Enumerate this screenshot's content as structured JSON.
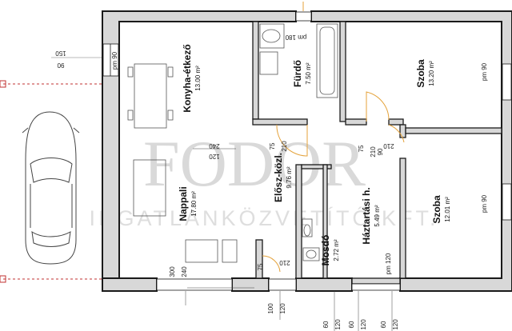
{
  "watermark": {
    "brand": "FODOR",
    "tagline": "INGATLANKÖZVETÍTŐ KFT."
  },
  "rooms": {
    "kitchen": {
      "name": "Konyha-étkező",
      "area": "13.00 m²"
    },
    "bathroom": {
      "name": "Fürdő",
      "area": "7.50 m²"
    },
    "bedroom1": {
      "name": "Szoba",
      "area": "13.20 m²"
    },
    "hall": {
      "name": "Elősz-közl.",
      "area": "9.76 m²"
    },
    "utility": {
      "name": "Háztartási h.",
      "area": "5.49 m²"
    },
    "bedroom2": {
      "name": "Szoba",
      "area": "12.01 m²"
    },
    "living": {
      "name": "Nappali",
      "area": "17.80 m²"
    },
    "washroom": {
      "name": "Mosdó",
      "area": "2.72 m²"
    }
  },
  "dimensions": {
    "d150": "150",
    "d90a": "90",
    "pm90_kitchen": "pm 90",
    "pm180": "pm 180",
    "pm90_bed1": "pm 90",
    "pm90_bed2": "pm 90",
    "pm120": "pm 120",
    "d240a": "240",
    "d120a": "120",
    "d75a": "75",
    "d210a": "210",
    "d75b": "75",
    "d210b": "210",
    "d90b": "90",
    "d210c": "210",
    "d300": "300",
    "d240b": "240",
    "d75c": "75",
    "d210d": "210",
    "b100": "100",
    "b120a": "120",
    "b60a": "60",
    "b120b": "120",
    "b60b": "60",
    "b120c": "120",
    "b60c": "60",
    "b120d": "120"
  }
}
